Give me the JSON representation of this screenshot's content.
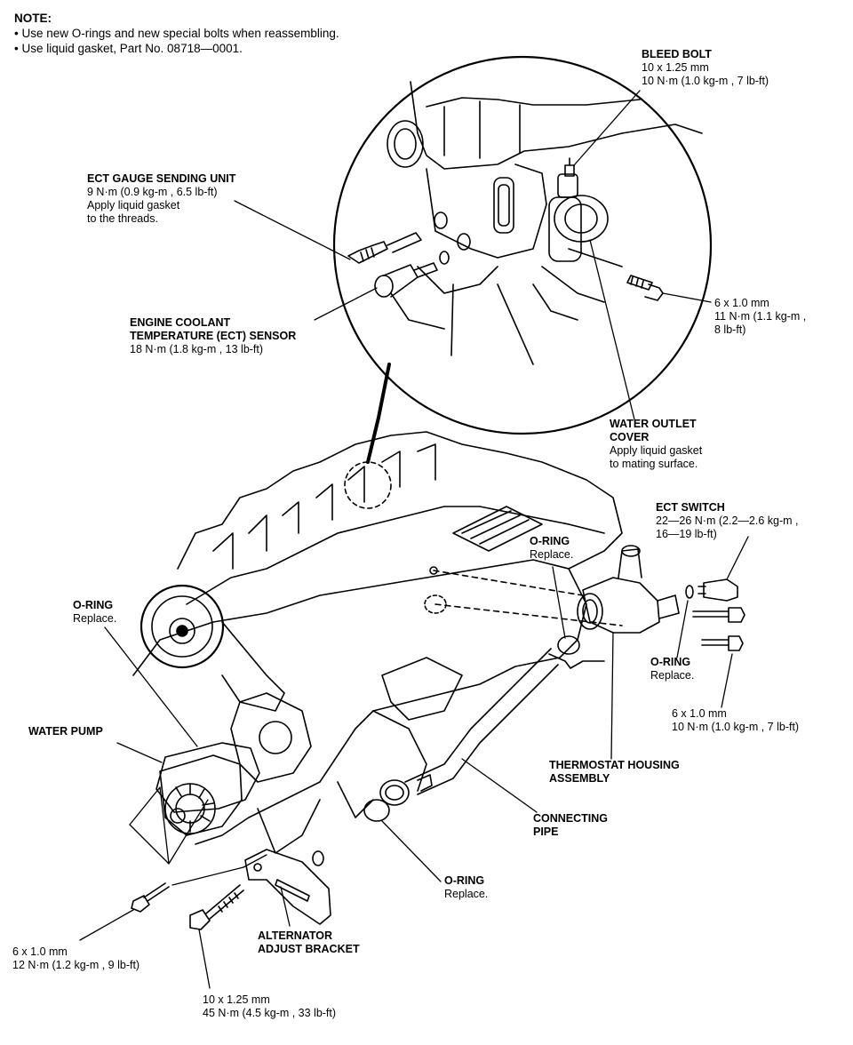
{
  "note": {
    "heading": "NOTE:",
    "items": [
      "• Use new O-rings and new special bolts when reassembling.",
      "• Use liquid gasket, Part No. 08718—0001."
    ]
  },
  "labels": {
    "bleed_bolt": {
      "title": "BLEED BOLT",
      "lines": [
        "10 x 1.25 mm",
        "10 N·m (1.0 kg-m , 7 lb-ft)"
      ]
    },
    "ect_gauge": {
      "title": "ECT GAUGE SENDING UNIT",
      "lines": [
        "9 N·m (0.9 kg-m , 6.5 lb-ft)",
        "Apply liquid gasket",
        "to the threads."
      ]
    },
    "ect_sensor": {
      "title_lines": [
        "ENGINE COOLANT",
        "TEMPERATURE (ECT) SENSOR"
      ],
      "lines": [
        "18 N·m (1.8 kg-m , 13 lb-ft)"
      ]
    },
    "bolt_6x10_a": {
      "lines": [
        "6 x 1.0 mm",
        "11 N·m (1.1 kg-m ,",
        "8 lb-ft)"
      ]
    },
    "water_outlet": {
      "title_lines": [
        "WATER OUTLET",
        "COVER"
      ],
      "lines": [
        "Apply liquid gasket",
        "to mating surface."
      ]
    },
    "ect_switch": {
      "title": "ECT SWITCH",
      "lines": [
        "22—26 N·m (2.2—2.6 kg-m ,",
        "16—19 lb-ft)"
      ]
    },
    "oring_top": {
      "title": "O-RING",
      "lines": [
        "Replace."
      ]
    },
    "oring_left": {
      "title": "O-RING",
      "lines": [
        "Replace."
      ]
    },
    "oring_right": {
      "title": "O-RING",
      "lines": [
        "Replace."
      ]
    },
    "oring_bottom": {
      "title": "O-RING",
      "lines": [
        "Replace."
      ]
    },
    "bolt_6x10_b": {
      "lines": [
        "6 x 1.0 mm",
        "10 N·m (1.0 kg-m , 7 lb-ft)"
      ]
    },
    "water_pump": {
      "title": "WATER PUMP"
    },
    "thermostat": {
      "title_lines": [
        "THERMOSTAT HOUSING",
        "ASSEMBLY"
      ]
    },
    "connecting_pipe": {
      "title_lines": [
        "CONNECTING",
        "PIPE"
      ]
    },
    "bolt_6x10_c": {
      "lines": [
        "6 x 1.0 mm",
        "12 N·m (1.2 kg-m , 9 lb-ft)"
      ]
    },
    "alternator": {
      "title_lines": [
        "ALTERNATOR",
        "ADJUST BRACKET"
      ]
    },
    "bolt_10x125": {
      "lines": [
        "10 x 1.25 mm",
        "45 N·m (4.5 kg-m , 33 lb-ft)"
      ]
    }
  }
}
